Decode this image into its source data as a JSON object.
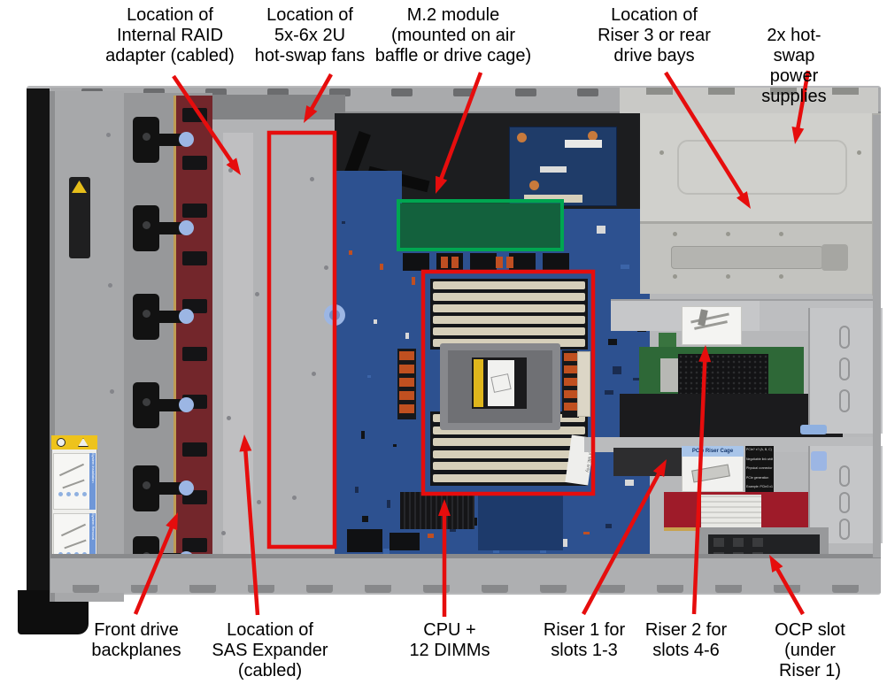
{
  "callouts": [
    {
      "id": "internal-raid",
      "text": "Location of\nInternal RAID\nadapter (cabled)"
    },
    {
      "id": "fans",
      "text": "Location of\n5x-6x 2U\nhot-swap fans"
    },
    {
      "id": "m2-module",
      "text": "M.2 module\n(mounted on air\nbaffle or drive cage)"
    },
    {
      "id": "riser3",
      "text": "Location of\nRiser 3 or rear\ndrive bays"
    },
    {
      "id": "power-supplies",
      "text": "2x hot-swap\npower supplies"
    },
    {
      "id": "front-backplanes",
      "text": "Front drive\nbackplanes"
    },
    {
      "id": "sas-expander",
      "text": "Location of\nSAS Expander\n(cabled)"
    },
    {
      "id": "cpu-dimms",
      "text": "CPU +\n12 DIMMs"
    },
    {
      "id": "riser1",
      "text": "Riser 1 for\nslots 1-3"
    },
    {
      "id": "riser2",
      "text": "Riser 2 for\nslots 4-6"
    },
    {
      "id": "ocp-slot",
      "text": "OCP slot\n(under Riser 1)"
    }
  ],
  "photo_labels": {
    "riser_cage_label": "PCIe Riser Cage",
    "me_only_sticker": "for ME only",
    "system_installation": "System Installation",
    "system_removal": "System Removal",
    "riser_info_lines": [
      "PCIe? x? (A, B, C)",
      "Negotiable link width",
      "Physical connector link width",
      "PCIe generation",
      "Example: PCIe3 x16 (8, 4, 1)"
    ]
  },
  "colors": {
    "annotation_red": "#e60d0d",
    "m2_highlight_green": "#00a651",
    "m2_highlight_fill": "rgba(0,166,81,0.45)",
    "motherboard_blue": "#2d5190",
    "chassis_silver": "#b7b8ba",
    "backplane_red": "#73262b",
    "riser_pcb_red": "#9e1b29",
    "nic_pcb_green": "#2e6837",
    "label_text": "#000000"
  }
}
